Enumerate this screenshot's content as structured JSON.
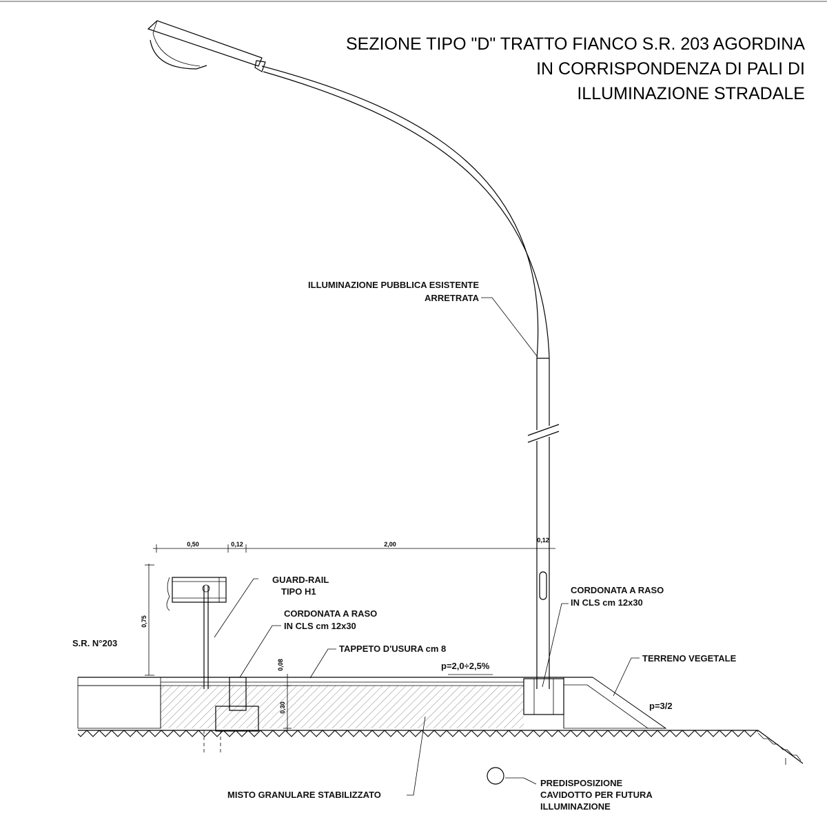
{
  "title": {
    "line1": "SEZIONE TIPO \"D\" TRATTO FIANCO S.R. 203 AGORDINA",
    "line2": "IN CORRISPONDENZA DI PALI DI",
    "line3": "ILLUMINAZIONE STRADALE"
  },
  "labels": {
    "lamp_1": "ILLUMINAZIONE PUBBLICA ESISTENTE",
    "lamp_2": "ARRETRATA",
    "guardrail_1": "GUARD-RAIL",
    "guardrail_2": "TIPO H1",
    "curb_left_1": "CORDONATA A RASO",
    "curb_left_2": "IN CLS cm 12x30",
    "curb_right_1": "CORDONATA A RASO",
    "curb_right_2": "IN CLS cm 12x30",
    "road": "S.R. N°203",
    "wearing_layer": "TAPPETO D'USURA cm 8",
    "slope_road": "p=2,0÷2,5%",
    "soil": "TERRENO VEGETALE",
    "slope_bank": "p=3/2",
    "base_layer": "MISTO GRANULARE STABILIZZATO",
    "conduit_1": "PREDISPOSIZIONE",
    "conduit_2": "CAVIDOTTO PER FUTURA",
    "conduit_3": "ILLUMINAZIONE"
  },
  "dimensions": {
    "d050": "0,50",
    "d012a": "0,12",
    "d200": "2,00",
    "d012b": "0,12",
    "d075": "0,75",
    "d008": "0,08",
    "d030": "0,30"
  }
}
